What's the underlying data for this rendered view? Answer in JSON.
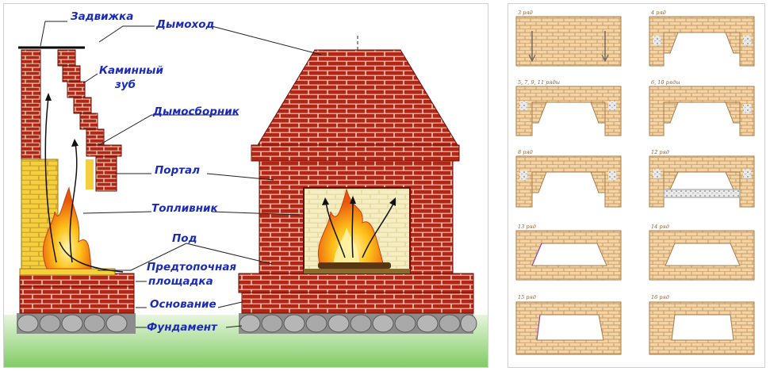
{
  "colors": {
    "brick": "#b02617",
    "brick_dark": "#7c1208",
    "mortar": "#e8c9b2",
    "yellow_brick": "#f2c12e",
    "label": "#1b2bb5",
    "ground": "#8fd174",
    "plan_brick": "#f3d4a6",
    "plan_line": "#c99a62"
  },
  "diagram": {
    "labels": {
      "zadvizhka": "Задвижка",
      "dymohod": "Дымоход",
      "kaminny_zub_1": "Каминный",
      "kaminny_zub_2": "зуб",
      "dymosbornik": "Дымосборник",
      "portal": "Портал",
      "toplivnik": "Топливник",
      "pod": "Под",
      "predtopochnaya_1": "Предтопочная",
      "predtopochnaya_2": "площадка",
      "osnovanie": "Основание",
      "fundament": "Фундамент"
    }
  },
  "plans": {
    "rows": [
      "3 ряд",
      "4 ряд",
      "5, 7, 9, 11 ряды",
      "6, 10 ряды",
      "8 ряд",
      "12 ряд",
      "13 ряд",
      "14 ряд",
      "15 ряд",
      "16 ряд"
    ]
  }
}
